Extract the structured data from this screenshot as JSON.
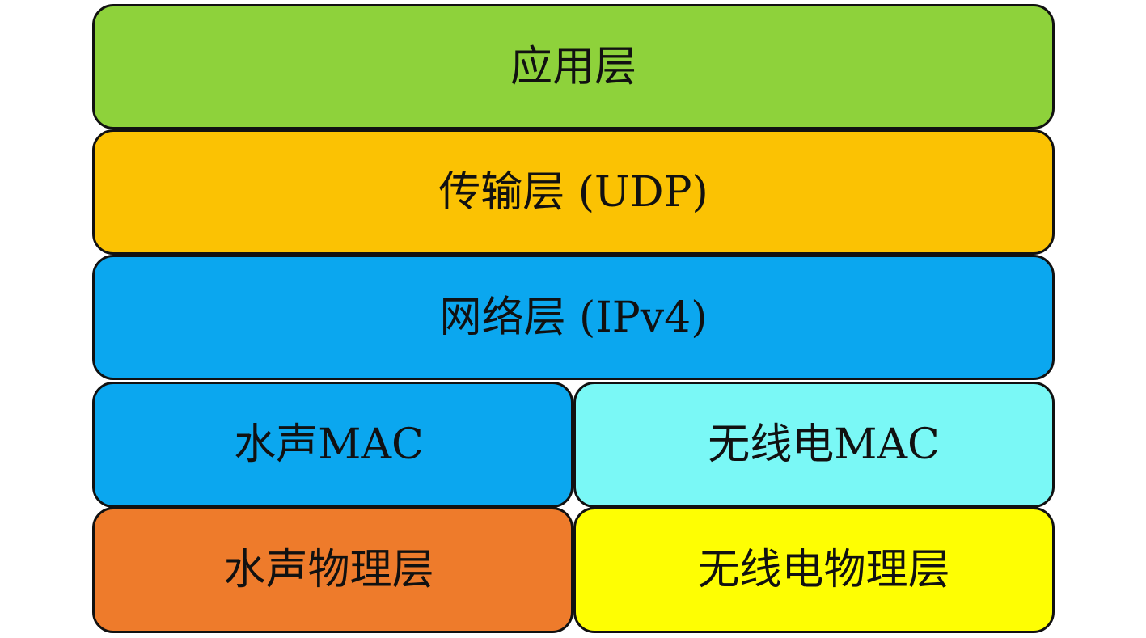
{
  "diagram": {
    "layers": [
      {
        "id": "application",
        "label": "应用层",
        "color": "#8ed23b"
      },
      {
        "id": "transport",
        "label": "传输层 (UDP)",
        "color": "#fbc203"
      },
      {
        "id": "network",
        "label": "网络层 (IPv4)",
        "color": "#0ba7ef"
      },
      {
        "id": "acoustic_mac",
        "label": "水声MAC",
        "color": "#0ba7ef"
      },
      {
        "id": "radio_mac",
        "label": "无线电MAC",
        "color": "#7af8f6"
      },
      {
        "id": "acoustic_physical",
        "label": "水声物理层",
        "color": "#ee7b2b"
      },
      {
        "id": "radio_physical",
        "label": "无线电物理层",
        "color": "#fefe03"
      }
    ]
  }
}
